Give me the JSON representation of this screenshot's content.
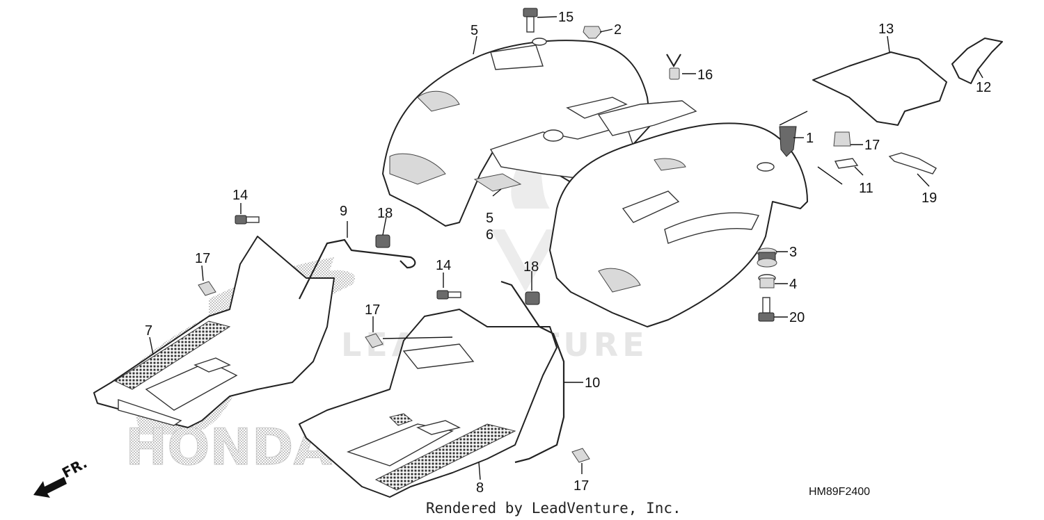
{
  "diagram": {
    "watermark_text": "LEADVENTURE",
    "brand_text": "HONDA",
    "footer_text": "Rendered by LeadVenture, Inc.",
    "drawing_code": "HM89F2400",
    "front_label": "FR."
  },
  "callouts": {
    "c1": "1",
    "c2": "2",
    "c3": "3",
    "c4": "4",
    "c5a": "5",
    "c5b": "5",
    "c6": "6",
    "c7": "7",
    "c8": "8",
    "c9": "9",
    "c10": "10",
    "c11": "11",
    "c12": "12",
    "c13": "13",
    "c14a": "14",
    "c14b": "14",
    "c15": "15",
    "c16": "16",
    "c17a": "17",
    "c17b": "17",
    "c17c": "17",
    "c17d": "17",
    "c18a": "18",
    "c18b": "18",
    "c19": "19",
    "c20": "20"
  }
}
